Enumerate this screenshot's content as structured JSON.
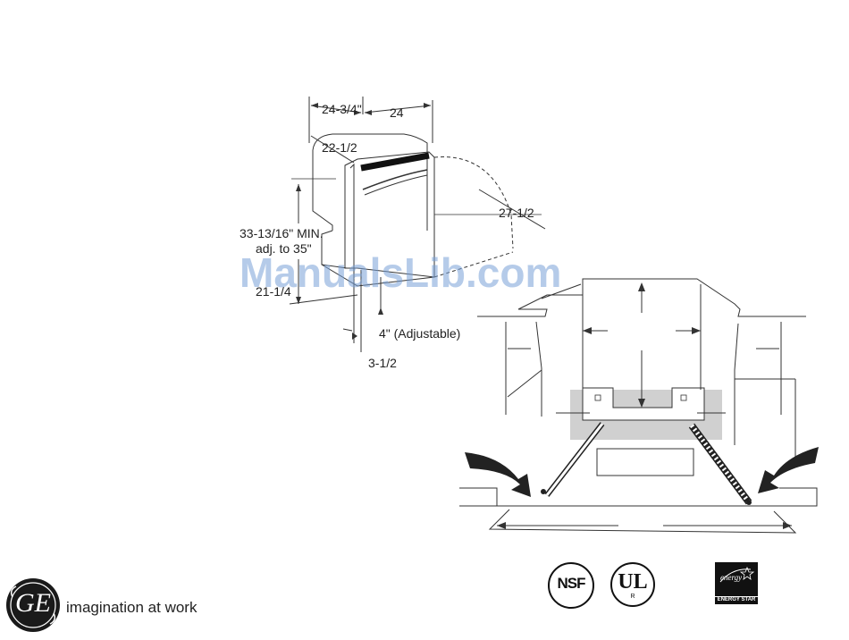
{
  "product_diagram": {
    "dim_width_with_door": "24-3/4\"",
    "dim_width": "24",
    "dim_depth": "22-1/2",
    "dim_door_open": "27-1/2",
    "dim_height_line1": "33-13/16\" MIN.",
    "dim_height_line2": "adj. to 35\"",
    "dim_depth_base": "21-1/4",
    "dim_leg": "4\" (Adjustable)",
    "dim_toe": "3-1/2"
  },
  "watermark": "ManualsLib.com",
  "brand": {
    "logo_text": "GE",
    "tagline": "imagination at work"
  },
  "certifications": {
    "nsf": "NSF",
    "ul": "UL",
    "ul_mark": "R",
    "energy_star_script": "energy",
    "energy_star_label": "ENERGY STAR"
  }
}
